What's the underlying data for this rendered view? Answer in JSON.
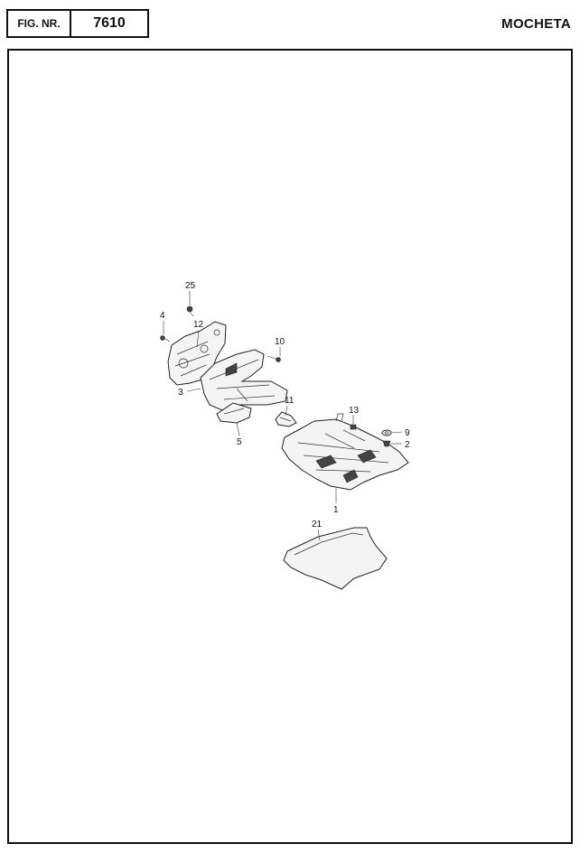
{
  "header": {
    "fig_label": "FIG. NR.",
    "fig_number": "7610",
    "title": "MOCHETA"
  },
  "callouts": {
    "c25": "25",
    "c4": "4",
    "c12": "12",
    "c10": "10",
    "c3": "3",
    "c11": "11",
    "c5": "5",
    "c13": "13",
    "c9": "9",
    "c2": "2",
    "c1": "1",
    "c21": "21"
  }
}
